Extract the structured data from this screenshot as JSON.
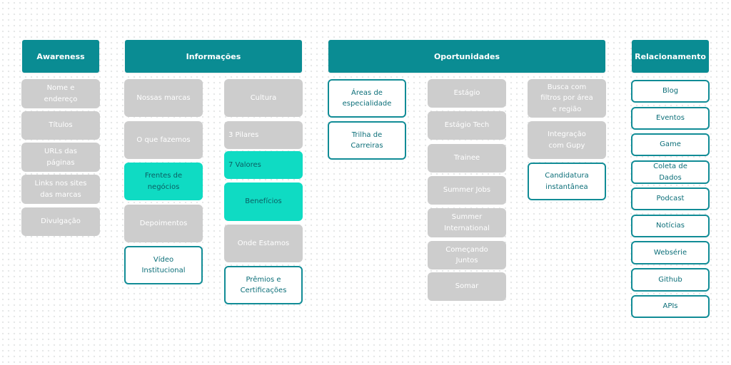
{
  "headers": {
    "awareness": "Awareness",
    "informacoes": "Informações",
    "oportunidades": "Oportunidades",
    "relacionamento": "Relacionamento"
  },
  "awareness": [
    "Nome e\nendereço",
    "Títulos",
    "URLs das\npáginas",
    "Links nos sites\ndas marcas",
    "Divulgação"
  ],
  "informacoes": {
    "col1": [
      "Nossas marcas",
      "O que fazemos",
      "Frentes de\nnegócios",
      "Depoimentos",
      "Vídeo\nInstitucional"
    ],
    "col2": [
      "Cultura",
      "3 Pilares",
      "7 Valores",
      "Benefícios",
      "Onde Estamos",
      "Prêmios e\nCertificações"
    ]
  },
  "oportunidades": {
    "col1": [
      "Áreas de\nespecialidade",
      "Trilha de\nCarreiras"
    ],
    "col2": [
      "Estágio",
      "Estágio Tech",
      "Trainee",
      "Summer Jobs",
      "Summer\nInternational",
      "Começando\nJuntos",
      "Somar"
    ],
    "col3": [
      "Busca com\nfiltros por área\ne região",
      "Integração\ncom Gupy",
      "Candidatura\ninstantânea"
    ]
  },
  "relacionamento": [
    "Blog",
    "Eventos",
    "Game",
    "Coleta de\nDados",
    "Podcast",
    "Notícias",
    "Websérie",
    "Github",
    "APIs"
  ],
  "colors": {
    "header": "#0a8c93",
    "gray_card": "#cdcdcd",
    "teal_card": "#0fdbc3",
    "outline": "#118c96"
  }
}
